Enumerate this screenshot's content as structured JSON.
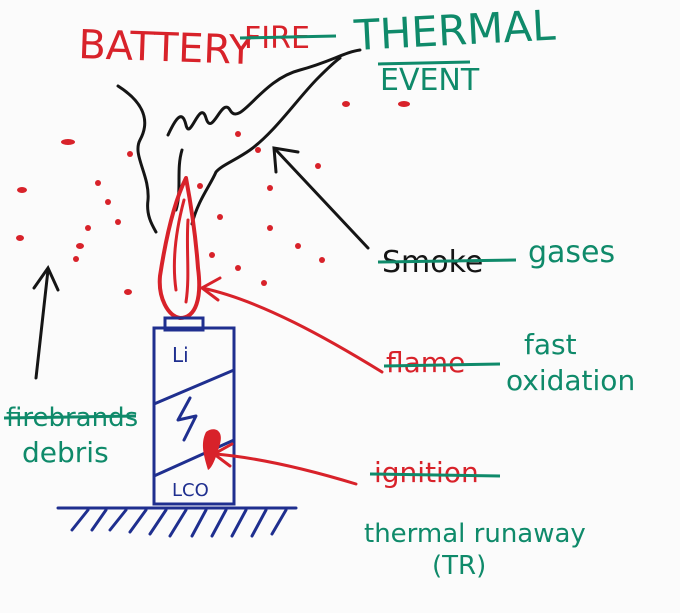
{
  "colors": {
    "red": "#d8222a",
    "teal": "#0f8a6a",
    "black": "#151515",
    "blue": "#1f2f8f",
    "board": "#fbfbfb"
  },
  "title": {
    "battery": "BATTERY",
    "fire_struck": "FIRE",
    "thermal": "THERMAL",
    "event": "EVENT"
  },
  "labels": {
    "smoke_struck": "Smoke",
    "gases": "gases",
    "flame_struck": "flame",
    "fast": "fast",
    "oxidation": "oxidation",
    "ignition_struck": "ignition",
    "thermal_runaway": "thermal runaway",
    "tr": "(TR)",
    "firebrands_struck": "firebrands",
    "debris": "debris"
  },
  "battery": {
    "top_label": "Li",
    "bottom_label": "LCO",
    "bolt_icon": "lightning-bolt-icon"
  }
}
